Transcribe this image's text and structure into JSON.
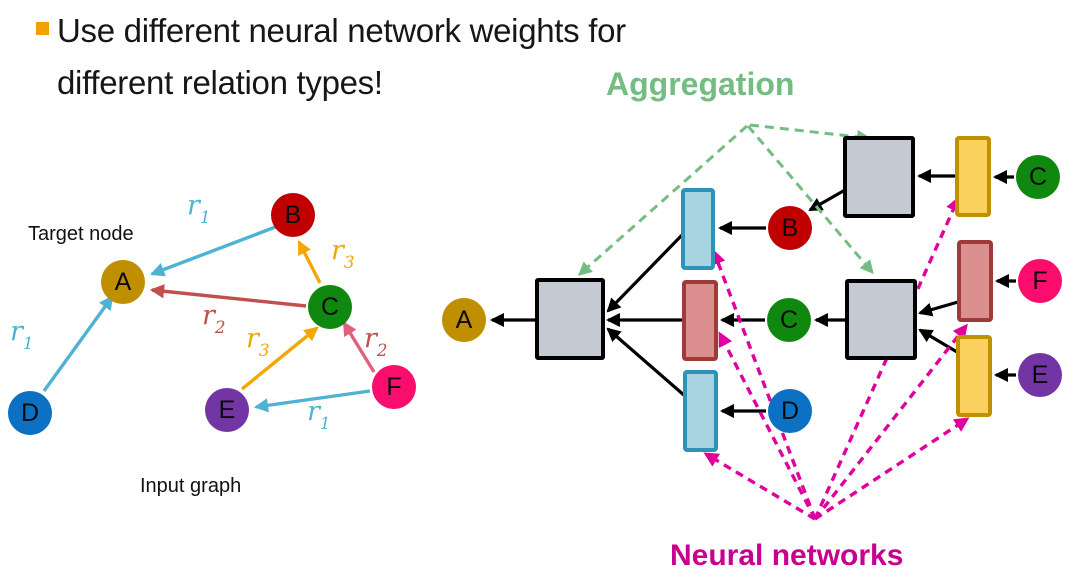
{
  "slide": {
    "bullet_text_line1": "Use different neural network weights for",
    "bullet_text_line2": "different relation types!"
  },
  "labels": {
    "target_node": "Target node",
    "input_graph": "Input graph",
    "aggregation": "Aggregation",
    "neural_networks": "Neural networks"
  },
  "relations": {
    "r1": {
      "base": "r",
      "sub": "1",
      "color": "#4EB3D3"
    },
    "r2": {
      "base": "r",
      "sub": "2",
      "color": "#C0504D"
    },
    "r3": {
      "base": "r",
      "sub": "3",
      "color": "#F0A202"
    }
  },
  "nodes": {
    "A": {
      "label": "A",
      "color": "#BF8F00"
    },
    "B": {
      "label": "B",
      "color": "#C00000"
    },
    "C": {
      "label": "C",
      "color": "#108810"
    },
    "D": {
      "label": "D",
      "color": "#0C71C3"
    },
    "E": {
      "label": "E",
      "color": "#7334A4"
    },
    "F": {
      "label": "F",
      "color": "#FB0D6E"
    }
  },
  "blocks": {
    "aggregation_box_fill": "#C5C9D3",
    "nn_r1": {
      "fill": "#A9D3E0",
      "border": "#2E93B8"
    },
    "nn_r2": {
      "fill": "#DC8F8F",
      "border": "#9E3A38"
    },
    "nn_r3": {
      "fill": "#FAD05E",
      "border": "#BF9000"
    }
  },
  "accents": {
    "bullet": "#F0A202",
    "aggregation_green": "#74BD82",
    "neural_magenta": "#C8008F",
    "pointer_magenta": "#DF009D",
    "edge_rose": "#E0607F"
  }
}
